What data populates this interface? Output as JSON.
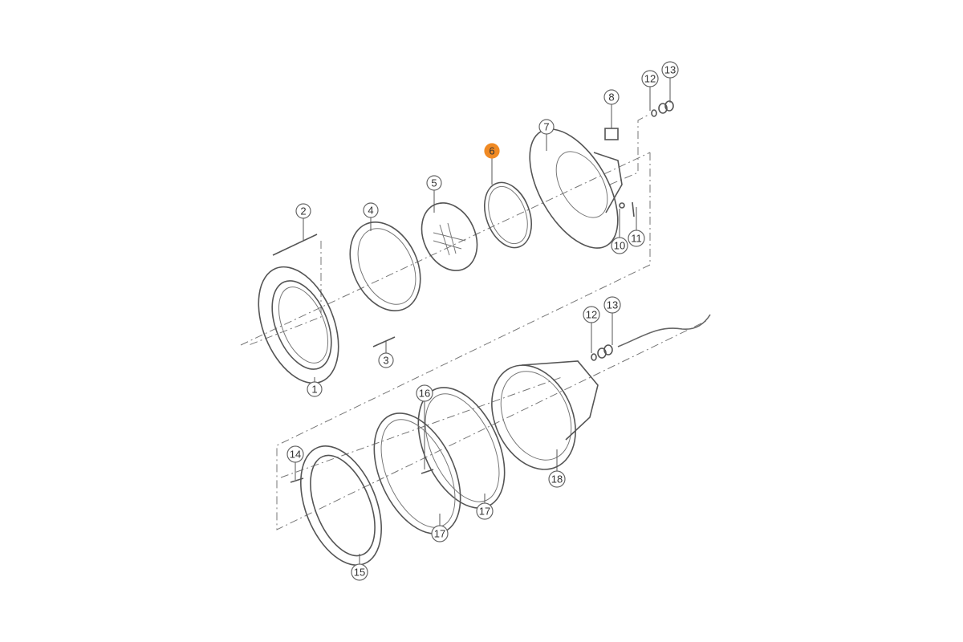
{
  "diagram": {
    "type": "exploded-parts-diagram",
    "highlight_color": "#f08a24",
    "callouts": {
      "c1": "1",
      "c2": "2",
      "c3": "3",
      "c4": "4",
      "c5": "5",
      "c6": "6",
      "c7": "7",
      "c8": "8",
      "c10": "10",
      "c11": "11",
      "c12a": "12",
      "c13a": "13",
      "c12b": "12",
      "c13b": "13",
      "c14": "14",
      "c15": "15",
      "c16": "16",
      "c17a": "17",
      "c17b": "17",
      "c18": "18"
    },
    "highlighted_part": "6"
  }
}
